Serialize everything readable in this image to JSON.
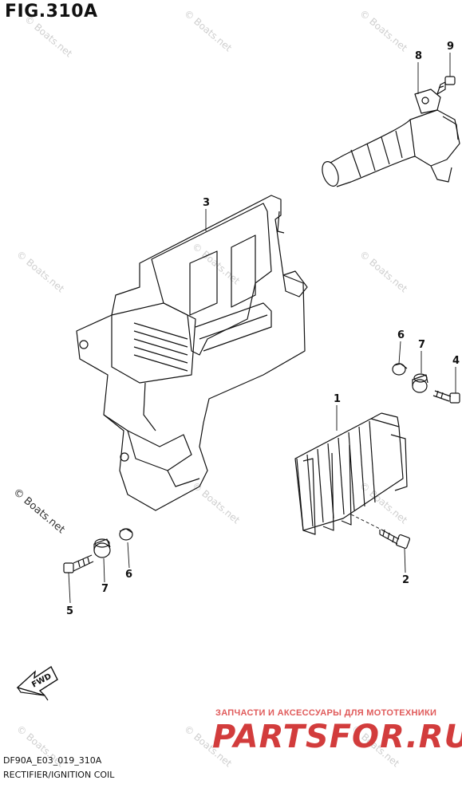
{
  "figure": {
    "title": "FIG.310A",
    "code": "DF90A_E03_019_310A",
    "name": "RECTIFIER/IGNITION COIL"
  },
  "callouts": [
    "8",
    "9",
    "3",
    "6",
    "7",
    "4",
    "1",
    "6",
    "7",
    "5",
    "2"
  ],
  "fwd_label": "FWD",
  "watermark": "© Boats.net",
  "branding": {
    "subtitle": "ЗАПЧАСТИ И АКСЕССУАРЫ ДЛЯ МОТОТЕХНИКИ",
    "logo": "PARTSFOR.RU"
  },
  "colors": {
    "line": "#111111",
    "watermark": "#cfcfcf",
    "brand": "#d23c3c"
  }
}
